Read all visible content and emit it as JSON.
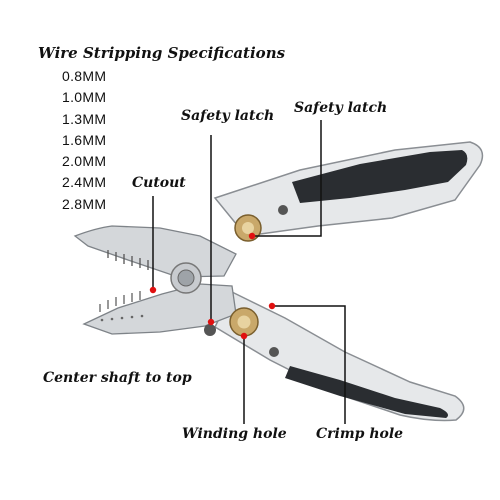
{
  "title": "Wire Stripping Specifications",
  "specs": [
    "0.8MM",
    "1.0MM",
    "1.3MM",
    "1.6MM",
    "2.0MM",
    "2.4MM",
    "2.8MM"
  ],
  "labels": {
    "safety_latch_left": "Safety latch",
    "safety_latch_right": "Safety latch",
    "cutout": "Cutout",
    "center_shaft": "Center shaft to top",
    "winding_hole": "Winding hole",
    "crimp_hole": "Crimp hole"
  },
  "colors": {
    "handle_grey": "#e6e8ea",
    "grip_dark": "#2a2d31",
    "blade_steel": "#d4d7da",
    "brass": "#c9a86a",
    "pointer": "#111111",
    "marker": "#e01010"
  },
  "icons": [
    "wire-stripper-tool-image"
  ]
}
